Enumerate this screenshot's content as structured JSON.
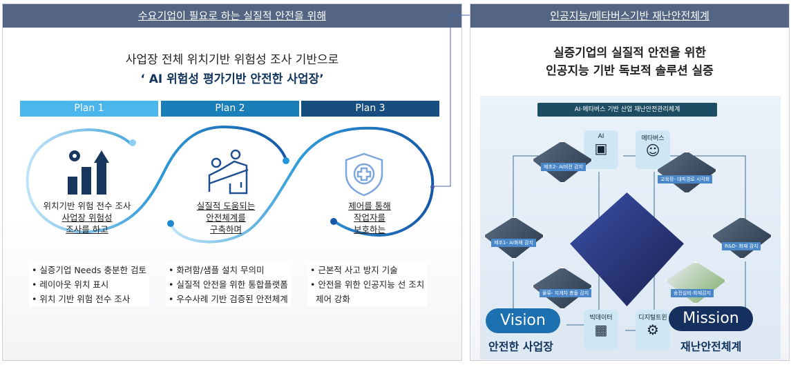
{
  "left": {
    "header": "수요기업이 필요로 하는 실질적 안전을 위해",
    "subtitle1": "사업장 전체 위치기반 위험성 조사 기반으로",
    "subtitle2": "‘ AI 위험성 평가기반 안전한 사업장’",
    "plans": [
      {
        "label": "Plan 1",
        "color": "#4bb6ec",
        "icon": "chart-gear-icon",
        "text_plain": "위치기반 위험 전수 조사",
        "text_u1": "사업장 위험성",
        "text_u2": "조사를 하고",
        "bullets": [
          "실증기업 Needs 충분한 검토",
          "레이아웃 위치 표시",
          "위치 기반 위험 전수 조사"
        ]
      },
      {
        "label": "Plan 2",
        "color": "#1a7fb8",
        "icon": "helping-climb-icon",
        "text_u0": "실질적 도움되는",
        "text_u1": "안전체계를",
        "text_u2": "구축하며",
        "bullets": [
          "화려함/샘플 설치 무의미",
          "실질적 안전을 위한 통합플랫폼",
          "우수사례 기반 검증된 안전체계"
        ]
      },
      {
        "label": "Plan 3",
        "color": "#184d7f",
        "icon": "shield-plus-icon",
        "text_u0": "제어를 통해",
        "text_u1": "작업자를",
        "text_u2": "보호하는",
        "bullets": [
          "근본적 사고 방지 기술",
          "안전을 위한 인공지능 선 조치",
          "제어 강화"
        ]
      }
    ]
  },
  "right": {
    "header": "인공지능/메타버스기반 재난안전체계",
    "title1": "실증기업의 실질적 안전을 위한",
    "title2": "인공지능 기반 독보적 솔루션 실증",
    "diagram": {
      "banner": "AI·메타버스 기반 산업 재난안전관리체계",
      "nodes": [
        "AI",
        "메타버스",
        "빅데이터",
        "디지털트윈"
      ],
      "scenes": [
        "제조2- AI비전 감지",
        "제조1- AI화재 감지",
        "물류- 지게차 충돌 감지",
        "교육장- 대피경로 시각화",
        "R&D- 화재 감지",
        "송전설비-화재감지"
      ],
      "vision": "Vision",
      "vision_caption": "안전한 사업장",
      "mission": "Mission",
      "mission_caption": "재난안전체계"
    }
  }
}
